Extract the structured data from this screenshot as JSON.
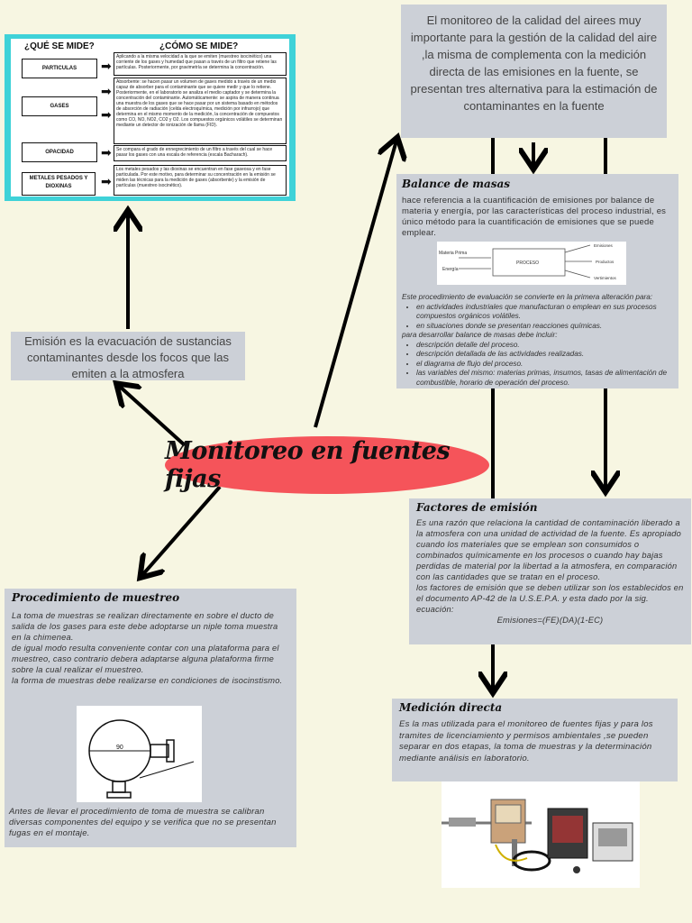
{
  "center_title": "Monitoreo en fuentes fijas",
  "intro": "El monitoreo de la calidad del airees muy importante para la gestión de la calidad del aire ,la misma de complementa con la medición directa de las emisiones en la fuente, se presentan tres alternativa para la estimación de contaminantes en la fuente",
  "emision": "Emisión es la evacuación de sustancias contaminantes desde los focos que las emiten a la atmosfera",
  "que_se_mide": {
    "header_left": "¿QUÉ SE MIDE?",
    "header_right": "¿CÓMO SE MIDE?",
    "rows": [
      {
        "label": "PARTICULAS",
        "text": "Aplicando a la misma velocidad a la que se emiten (muestreo isocinético) una corriente de los gases y humedad que pasan a través de un filtro que retiene las partículas. Posteriormente, por gravimetría se determina la concentración."
      },
      {
        "label": "GASES",
        "text": "Absorbente: se hacen pasar un volumen de gases medido a través de un medio capaz de absorber para el contaminante que se quiere medir y que lo retiene. Posteriormente, en el laboratorio se analiza el medio captador y se determina la concentración del contaminante. Automáticamente: se aspira de manera continua una muestra de los gases que se hace pasar por un sistema basado en métodos de absorción de radiación (celda electroquímica, medición por infrarrojo) que determina en el mismo momento de la medición, la concentración de compuestos como CO, NO, NO2, CO2 y O2. Los compuestos orgánicos volátiles se determinan mediante un detector de ionización de llama (FID)."
      },
      {
        "label": "OPACIDAD",
        "text": "Se compara el grado de ennegrecimiento de un filtro a través del cual se hace pasar los gases con una escala de referencia (escala Bacharach)."
      },
      {
        "label": "METALES PESADOS Y DIOXINAS",
        "text": "Los metales pesados y las dioxinas se encuentran en fase gaseosa y en fase particulada. Por este motivo, para determinar su concentración en la emisión se miden las técnicas para la medición de gases (absorbente) y la emisión de partículas (muestreo isocinético)."
      }
    ]
  },
  "balance": {
    "title": "Balance de masas",
    "desc": "hace referencia a la cuantificación de emisiones por balance de materia y energía, por las características del proceso industrial, es único método para la cuantificación de emisiones que se puede emplear.",
    "diagram": {
      "inputs": [
        "Materia Prima",
        "Energía"
      ],
      "process": "PROCESO",
      "outputs": [
        "Emisiones",
        "Productos",
        "Vertimientos"
      ]
    },
    "para1": "Este procedimiento de evaluación se convierte en la primera alteración para:",
    "list1": [
      "en actividades industriales que manufacturan o emplean en sus procesos compuestos orgánicos volátiles.",
      "en situaciones donde se presentan reacciones químicas."
    ],
    "para2": "para desarrollar balance de masas debe incluir:",
    "list2": [
      "descripción detalle del proceso.",
      "descripción detallada de las actividades realizadas.",
      "el diagrama de flujo del proceso.",
      "las variables del mismo: materias primas, insumos, tasas de alimentación de combustible, horario de operación del proceso."
    ]
  },
  "factores": {
    "title": "Factores de emisión",
    "p1": "Es una razón que relaciona la cantidad de contaminación liberado a la atmosfera con una unidad de actividad de la fuente. Es apropiado cuando los materiales que se emplean son consumidos o combinados químicamente en los procesos o cuando hay bajas perdidas de material por la libertad a la atmosfera, en comparación con las cantidades que se tratan en el proceso.",
    "p2": "los factores de emisión que se deben utilizar son los establecidos en el documento AP-42 de la U.S.E.P.A. y esta dado por la sig. ecuación:",
    "equation": "Emisiones=(FE)(DA)(1-EC)"
  },
  "medicion": {
    "title": "Medición directa",
    "text": "Es la mas utilizada para el monitoreo de fuentes fijas y para los tramites de licenciamiento y permisos ambientales ,se pueden separar en dos etapas, la toma de muestras y la determinación mediante análisis en laboratorio."
  },
  "procedimiento": {
    "title": "Procedimiento de muestreo",
    "p1": "La toma de muestras se realizan directamente en sobre el ducto de salida de los gases para este debe adoptarse un niple toma muestra en la chimenea.",
    "p2": "de igual modo resulta conveniente contar con una plataforma para el muestreo, caso contrario debera adaptarse alguna plataforma firme sobre la cual realizar el muestreo.",
    "p3": "la forma de muestras debe realizarse en condiciones de isocinstismo.",
    "p4": "Antes de llevar el procedimiento de toma de muestra se calibran diversas componentes del equipo y se verifica que no se presentan fugas en el montaje.",
    "diagram_label": "90"
  },
  "colors": {
    "background": "#f7f6e2",
    "box": "#ccd0d7",
    "center": "#f5545a",
    "frame": "#3fd2d8"
  }
}
